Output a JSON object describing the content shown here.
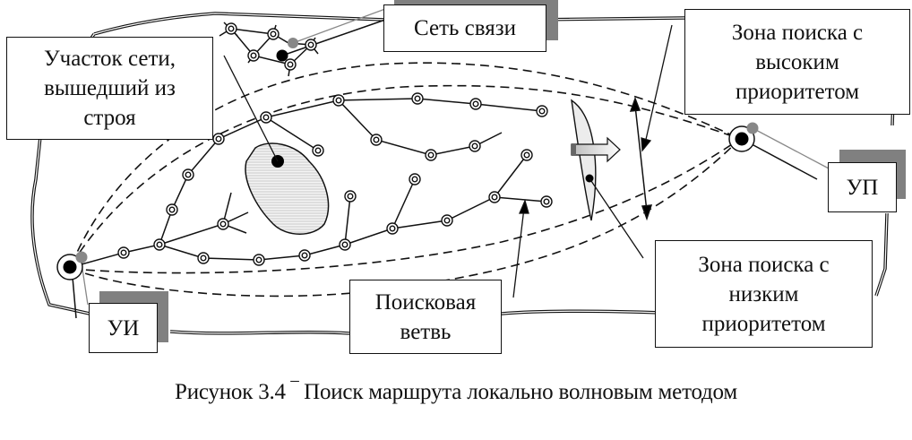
{
  "figure": {
    "caption": "Рисунок 3.4 ‾  Поиск маршрута локально волновым методом"
  },
  "labels": {
    "failed_section": [
      "Участок сети,",
      "вышедший из",
      "строя"
    ],
    "network": [
      "Сеть связи"
    ],
    "high_priority_zone": [
      "Зона поиска с",
      "высоким",
      "приоритетом"
    ],
    "low_priority_zone": [
      "Зона поиска с",
      "низким",
      "приоритетом"
    ],
    "search_branch": [
      "Поисковая",
      "ветвь"
    ],
    "source_node": [
      "УИ"
    ],
    "destination_node": [
      "УП"
    ]
  },
  "colors": {
    "stroke": "#111111",
    "shadow": "#808080",
    "gray_marker": "#888888",
    "hatch": "#d8d8d8"
  }
}
